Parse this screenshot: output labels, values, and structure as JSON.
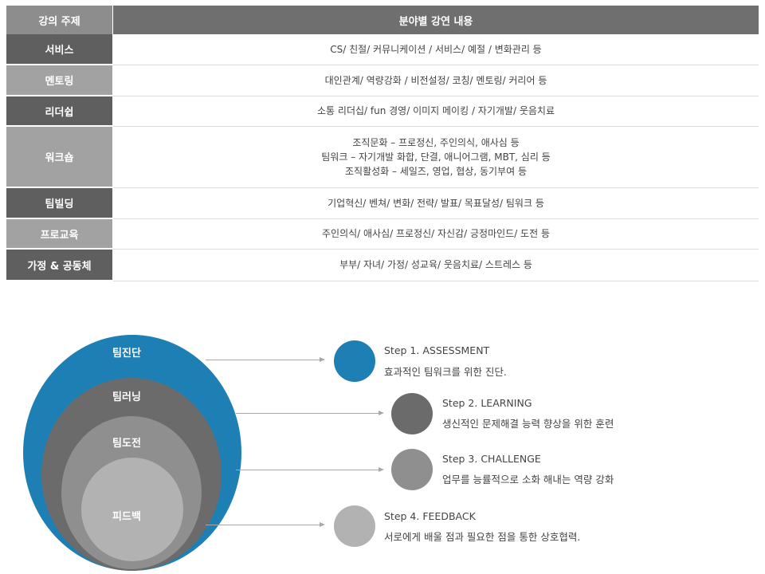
{
  "table": {
    "headers": {
      "topic": "강의 주제",
      "detail": "분야별 강연 내용"
    },
    "rows": [
      {
        "topic": "서비스",
        "lines": [
          "CS/ 친절/ 커뮤니케이션 / 서비스/ 예절 / 변화관리 등"
        ]
      },
      {
        "topic": "멘토링",
        "lines": [
          "대인관계/ 역량강화 / 비전설정/ 코칭/ 멘토링/ 커리어 등"
        ]
      },
      {
        "topic": "리더쉽",
        "lines": [
          "소통 리더십/ fun 경영/ 이미지 메이킹 / 자기개발/ 웃음치료"
        ]
      },
      {
        "topic": "워크숍",
        "lines": [
          "조직문화 – 프로정신, 주인의식, 애사심 등",
          "팀워크 – 자기개발  화합, 단결, 애니어그램, MBT, 심리 등",
          "조직활성화 – 세일즈, 영업, 협상, 동기부여 등"
        ]
      },
      {
        "topic": "팀빌딩",
        "lines": [
          "기업혁신/ 벤쳐/ 변화/ 전략/ 발표/ 목표달성/ 팀워크 등"
        ]
      },
      {
        "topic": "프로교육",
        "lines": [
          "주인의식/ 애사심/ 프로정신/ 자신감/ 긍정마인드/ 도전 등"
        ]
      },
      {
        "topic": "가정 & 공동체",
        "lines": [
          "부부/ 자녀/ 가정/ 성교육/ 웃음치료/ 스트레스 등"
        ]
      }
    ]
  },
  "diagram": {
    "circles": [
      {
        "label": "팀진단",
        "color": "#1d7fb3"
      },
      {
        "label": "팀러닝",
        "color": "#6b6b6b"
      },
      {
        "label": "팀도전",
        "color": "#8f8f8f"
      },
      {
        "label": "피드백",
        "color": "#b2b2b2"
      }
    ],
    "steps": [
      {
        "title": "Step 1. ASSESSMENT",
        "desc": "효과적인 팀워크를 위한 진단.",
        "color": "#1d7fb3"
      },
      {
        "title": "Step 2. LEARNING",
        "desc": "생신적인 문제해결 능력 향상을 위한 훈련",
        "color": "#6b6b6b"
      },
      {
        "title": "Step 3. CHALLENGE",
        "desc": "업무를 능률적으로 소화 해내는 역량 강화",
        "color": "#8f8f8f"
      },
      {
        "title": "Step 4. FEEDBACK",
        "desc": "서로에게 배울 점과 필요한 점을 통한 상호협력.",
        "color": "#b2b2b2"
      }
    ]
  }
}
